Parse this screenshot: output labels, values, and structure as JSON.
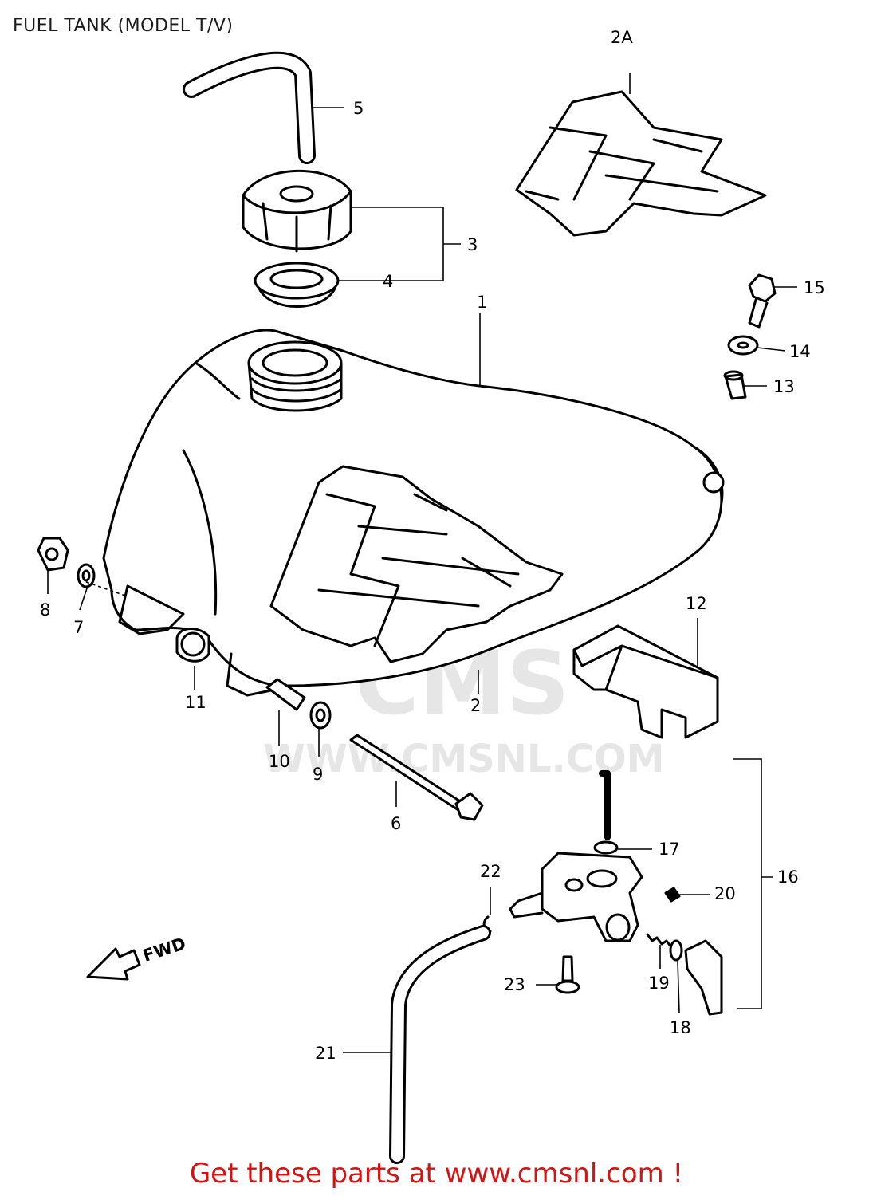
{
  "title": "FUEL TANK (MODEL T/V)",
  "footer": "Get these parts at www.cmsnl.com !",
  "watermark": {
    "brand": "CMS",
    "url": "WWW.CMSNL.COM"
  },
  "fwd_label": "FWD",
  "callouts": {
    "c1": "1",
    "c2": "2",
    "c2a": "2A",
    "c3": "3",
    "c4": "4",
    "c5": "5",
    "c6": "6",
    "c7": "7",
    "c8": "8",
    "c9": "9",
    "c10": "10",
    "c11": "11",
    "c12": "12",
    "c13": "13",
    "c14": "14",
    "c15": "15",
    "c16": "16",
    "c17": "17",
    "c18": "18",
    "c19": "19",
    "c20": "20",
    "c21": "21",
    "c22": "22",
    "c23": "23"
  },
  "colors": {
    "line": "#000000",
    "footer": "#d11414",
    "watermark": "#e2e2e2"
  }
}
